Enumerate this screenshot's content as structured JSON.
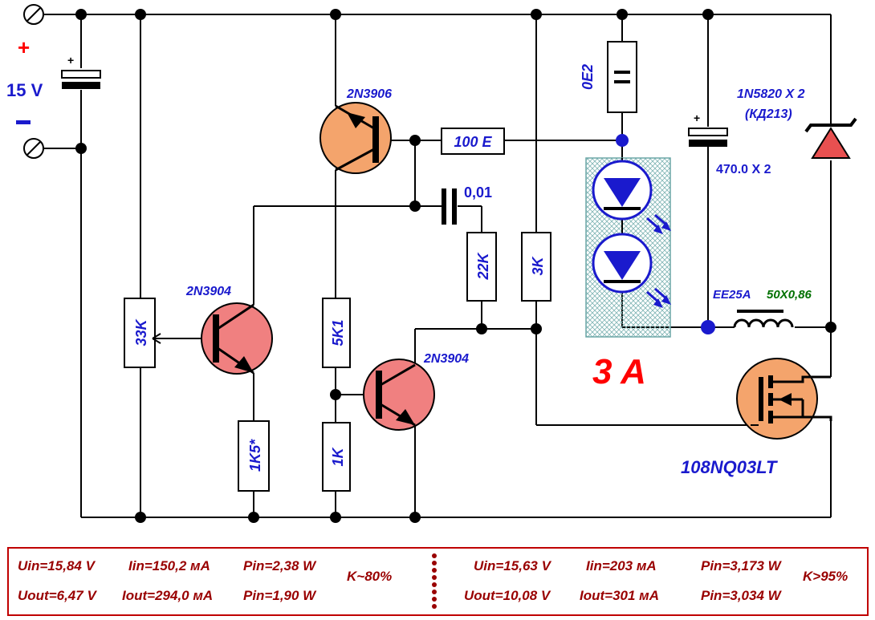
{
  "supply": {
    "plus": "+",
    "voltage": "15 V",
    "minus": "–"
  },
  "components": {
    "q1": "2N3906",
    "q2": "2N3904",
    "q3": "2N3904",
    "mosfet": "108NQ03LT",
    "r_sense": "0E2",
    "r_100": "100 E",
    "cap_small": "0,01",
    "r_22k": "22K",
    "r_3k": "3K",
    "r_33k": "33K",
    "r_5k1": "5K1",
    "r_1k": "1K",
    "r_1k5": "1K5*",
    "diode": "1N5820 X 2",
    "diode_alt": "(КД213)",
    "cap_out": "470.0 X 2",
    "cap_plus": "+",
    "cin_plus": "+",
    "inductor_core": "EE25A",
    "inductor_wire": "50X0,86",
    "current": "3 A"
  },
  "colors": {
    "transistor_pnp": "#f4a46c",
    "transistor_npn": "#f08080",
    "label_blue": "#1a1acd",
    "label_green": "#007000",
    "current_red": "#ff0000",
    "measure_red": "#990000",
    "diode_red": "#e85050"
  },
  "measurements": {
    "left": {
      "uin": "Uin=15,84 V",
      "iin": "Iin=150,2  мА",
      "pin": "Pin=2,38 W",
      "uout": "Uout=6,47 V",
      "iout": "Iout=294,0  мА",
      "pout": "Pin=1,90 W",
      "k": "K~80%"
    },
    "right": {
      "uin": "Uin=15,63 V",
      "iin": "Iin=203 мА",
      "pin": "Pin=3,173 W",
      "uout": "Uout=10,08 V",
      "iout": "Iout=301 мА",
      "pout": "Pin=3,034 W",
      "k": "K>95%"
    }
  }
}
